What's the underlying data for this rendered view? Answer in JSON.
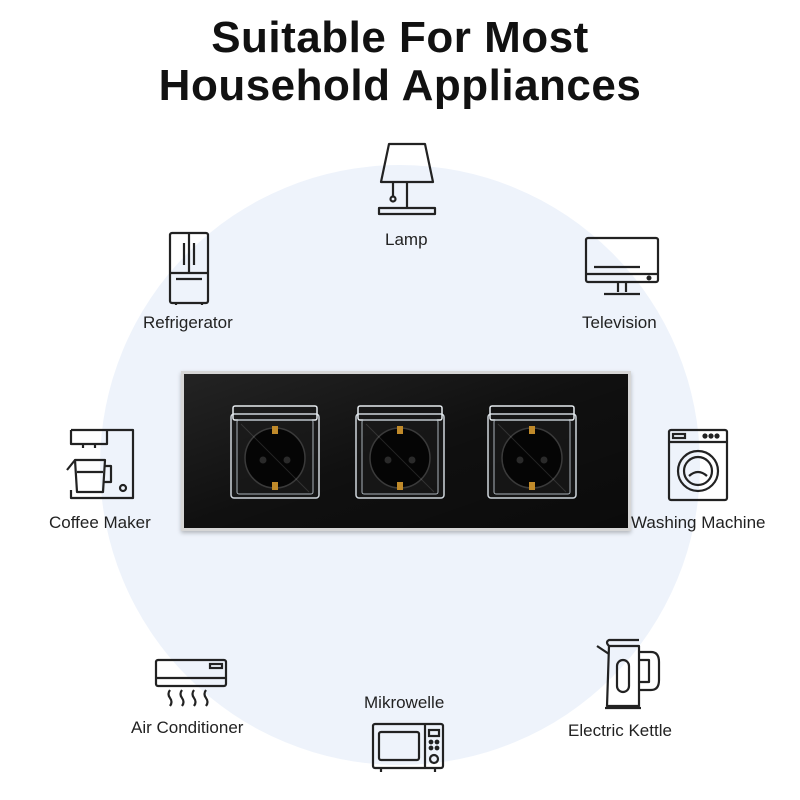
{
  "title": {
    "line1": "Suitable For Most",
    "line2": "Household Appliances"
  },
  "appliances": [
    {
      "id": "lamp",
      "label": "Lamp",
      "icon": "lamp-icon"
    },
    {
      "id": "refrigerator",
      "label": "Refrigerator",
      "icon": "refrigerator-icon"
    },
    {
      "id": "television",
      "label": "Television",
      "icon": "television-icon"
    },
    {
      "id": "coffee_maker",
      "label": "Coffee Maker",
      "icon": "coffee-maker-icon"
    },
    {
      "id": "washing_machine",
      "label": "Washing Machine",
      "icon": "washing-machine-icon"
    },
    {
      "id": "air_conditioner",
      "label": "Air Conditioner",
      "icon": "air-conditioner-icon"
    },
    {
      "id": "mikrowelle",
      "label": "Mikrowelle",
      "icon": "microwave-icon"
    },
    {
      "id": "electric_kettle",
      "label": "Electric Kettle",
      "icon": "electric-kettle-icon"
    }
  ],
  "product": {
    "socket_count": 3,
    "panel_color": "#0b0b0b",
    "frame_color": "#d6d6d6",
    "pin_color": "#c08a2a"
  },
  "colors": {
    "background_circle": "#eef3fb",
    "icon_stroke": "#222222"
  }
}
